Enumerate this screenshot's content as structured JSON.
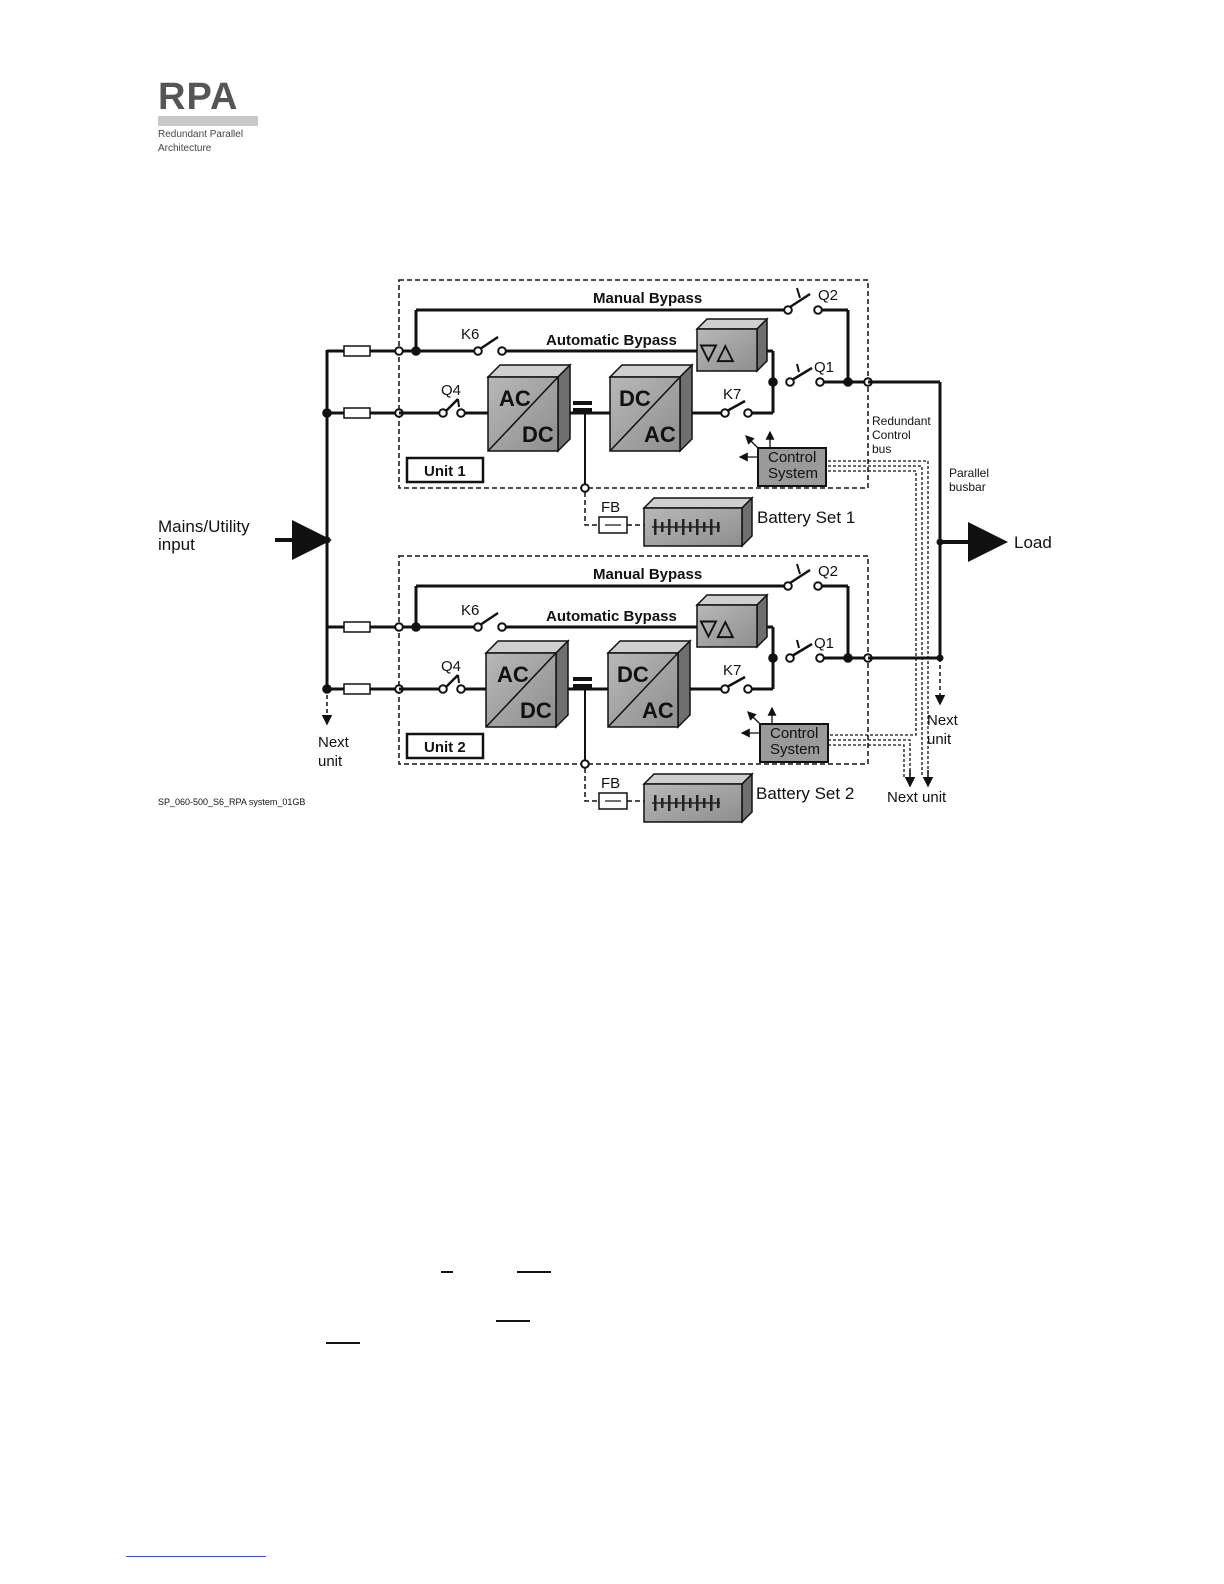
{
  "logo": {
    "mark": "RPA",
    "subtitle_line1": "Redundant Parallel",
    "subtitle_line2": "Architecture"
  },
  "diagram": {
    "mains_input": "Mains/Utility\ninput",
    "load": "Load",
    "parallel_busbar": "Parallel\nbusbar",
    "redundant_control_bus": "Redundant\nControl\nbus",
    "next_unit": "Next\nunit",
    "next_unit_bottom": "Next unit",
    "units": [
      {
        "label": "Unit 1",
        "manual_bypass": "Manual Bypass",
        "automatic_bypass": "Automatic Bypass",
        "k6": "K6",
        "q4": "Q4",
        "k7": "K7",
        "q1": "Q1",
        "q2": "Q2",
        "rectifier_top": "AC",
        "rectifier_bottom": "DC",
        "inverter_top": "DC",
        "inverter_bottom": "AC",
        "control_system": "Control\nSystem",
        "fb": "FB",
        "battery": "Battery Set 1"
      },
      {
        "label": "Unit 2",
        "manual_bypass": "Manual Bypass",
        "automatic_bypass": "Automatic Bypass",
        "k6": "K6",
        "q4": "Q4",
        "k7": "K7",
        "q1": "Q1",
        "q2": "Q2",
        "rectifier_top": "AC",
        "rectifier_bottom": "DC",
        "inverter_top": "DC",
        "inverter_bottom": "AC",
        "control_system": "Control\nSystem",
        "fb": "FB",
        "battery": "Battery Set 2"
      }
    ],
    "caption": "SP_060-500_S6_RPA system_01GB"
  }
}
